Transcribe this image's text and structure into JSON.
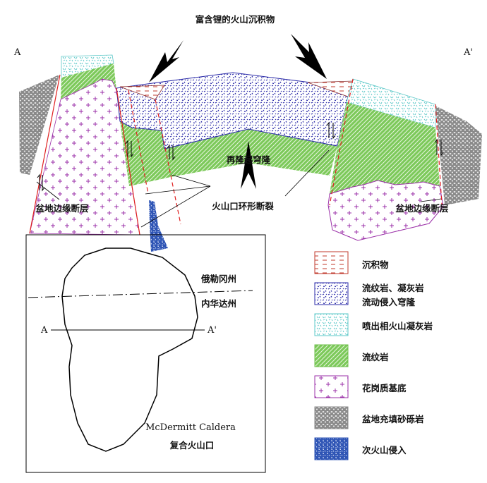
{
  "section": {
    "title": "富含锂的火山沉积物",
    "label_a": "A",
    "label_a_prime": "A'",
    "resurgent_dome": "再隆起穹隆",
    "basin_fault_left": "盆地边缘断层",
    "ring_fracture": "火山口环形断裂",
    "basin_fault_right": "盆地边缘断层"
  },
  "map": {
    "oregon": "俄勒冈州",
    "nevada": "内华达州",
    "label_a": "A",
    "label_a_prime": "A'",
    "caldera_name": "McDermitt Caldera",
    "caldera_type": "复合火山口"
  },
  "legend": [
    {
      "label": "沉积物",
      "pattern": "sediment",
      "color": "#c0392b"
    },
    {
      "label": "流纹岩、凝灰岩",
      "label2": "流动侵入穹隆",
      "pattern": "rhyo-tuff",
      "color": "#2b2ba8"
    },
    {
      "label": "喷出相火山凝灰岩",
      "pattern": "tuff",
      "color": "#5cc8c8"
    },
    {
      "label": "流纹岩",
      "pattern": "rhyolite",
      "color": "#6cbf4a"
    },
    {
      "label": "花岗质基底",
      "pattern": "granite",
      "color": "#9b30a8"
    },
    {
      "label": "盆地充填砂砾岩",
      "pattern": "gravel",
      "color": "#8a8a8a"
    },
    {
      "label": "次火山侵入",
      "pattern": "intrusion",
      "color": "#2f55b5"
    }
  ]
}
